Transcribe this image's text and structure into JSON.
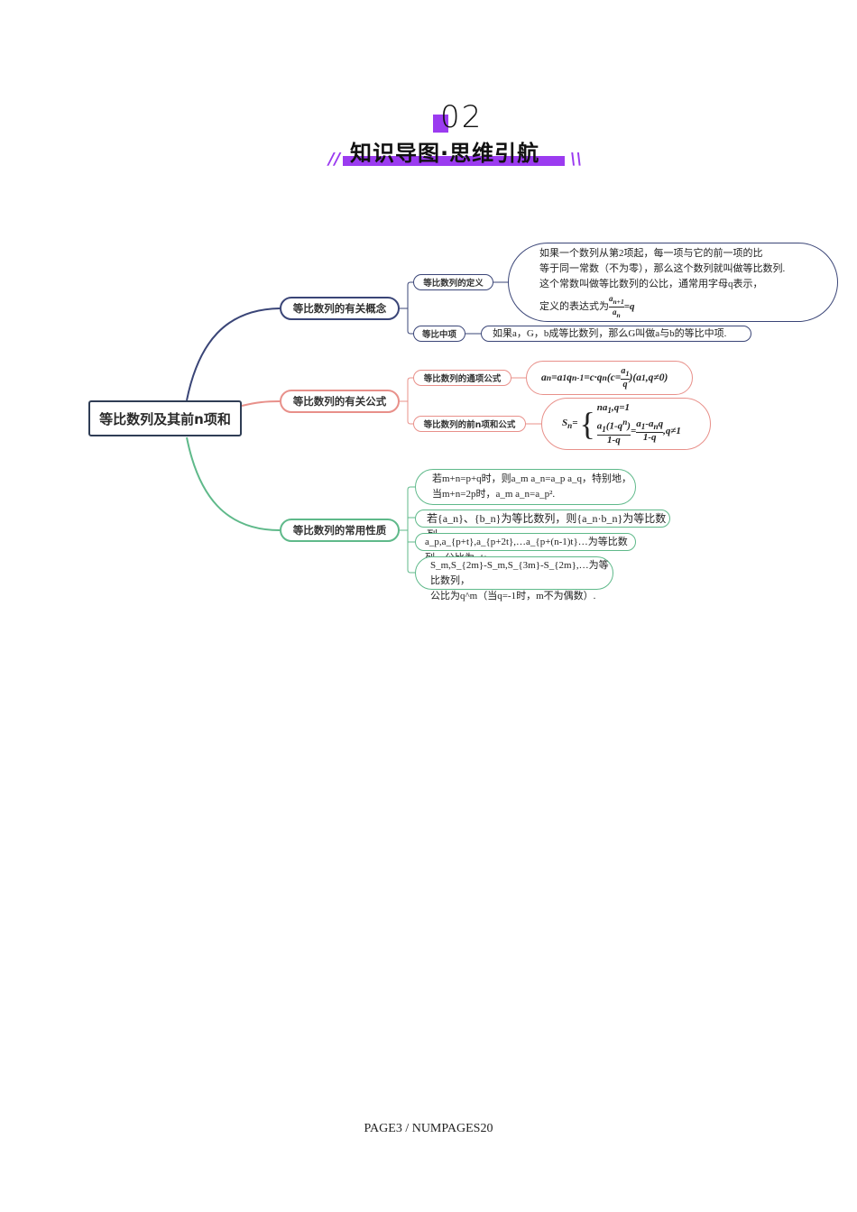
{
  "header": {
    "section_number": "02",
    "title": "知识导图·思维引航",
    "accent_color": "#9b3bf0"
  },
  "mindmap": {
    "root": "等比数列及其前n项和",
    "branches": [
      {
        "label": "等比数列的有关概念",
        "color": "#3a4577",
        "children": [
          {
            "label": "等比数列的定义",
            "content": [
              "如果一个数列从第2项起，每一项与它的前一项的比",
              "等于同一常数（不为零），那么这个数列就叫做等比数列.",
              "这个常数叫做等比数列的公比，通常用字母q表示，",
              "定义的表达式为"
            ],
            "formula": {
              "numerator": "a_{n+1}",
              "denominator": "a_n",
              "rhs": "=q"
            }
          },
          {
            "label": "等比中项",
            "content": [
              "如果a，G，b成等比数列，那么G叫做a与b的等比中项."
            ]
          }
        ]
      },
      {
        "label": "等比数列的有关公式",
        "color": "#e8908a",
        "children": [
          {
            "label": "等比数列的通项公式",
            "content": [
              "a_n=a_1q^{n-1}=c·q^n(c=a_1/q)(a_1,q≠0)"
            ]
          },
          {
            "label": "等比数列的前n项和公式",
            "content": [
              "S_n= { na_1, q=1 ; a_1(1-q^n)/(1-q) = (a_1-a_nq)/(1-q), q≠1 }"
            ]
          }
        ]
      },
      {
        "label": "等比数列的常用性质",
        "color": "#5fb98a",
        "children": [
          {
            "content": [
              "若m+n=p+q时，则a_m a_n=a_p a_q，特别地，",
              "当m+n=2p时，a_m a_n=a_p²."
            ]
          },
          {
            "content": [
              "若{a_n}、{b_n}为等比数列，则{a_n·b_n}为等比数列"
            ]
          },
          {
            "content": [
              "a_p,a_{p+t},a_{p+2t},…a_{p+(n-1)t}…为等比数列，公比为q^t"
            ]
          },
          {
            "content": [
              "S_m,S_{2m}-S_m,S_{3m}-S_{2m},…为等比数列，",
              "公比为q^m（当q=-1时，m不为偶数）."
            ]
          }
        ]
      }
    ]
  },
  "footer": {
    "page_text": "PAGE3 / NUMPAGES20"
  }
}
